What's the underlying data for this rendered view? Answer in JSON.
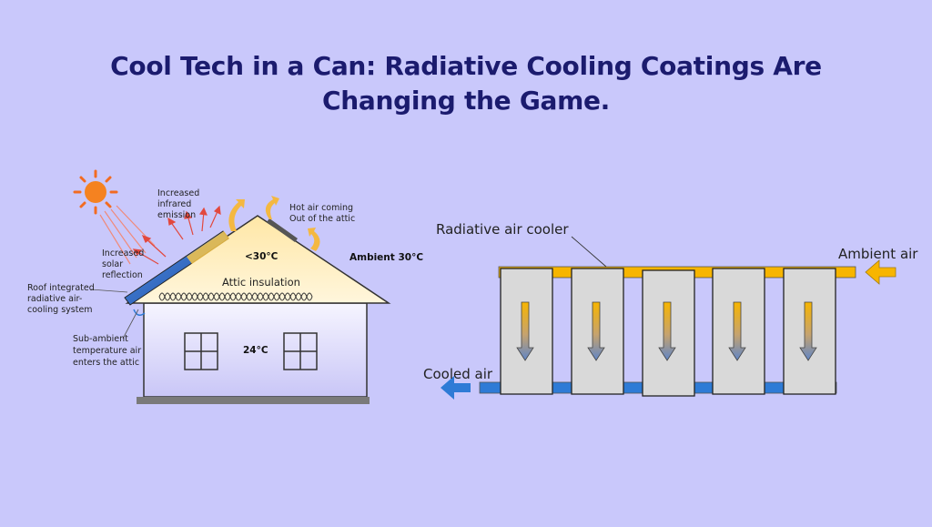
{
  "title": {
    "line1": "Cool Tech in a Can: Radiative Cooling Coatings Are",
    "line2": "Changing the Game."
  },
  "house_diagram": {
    "increased_infrared": [
      "Increased",
      "infrared",
      "emission"
    ],
    "hot_air": [
      "Hot air coming",
      "Out of the attic"
    ],
    "increased_solar": [
      "Increased",
      "solar",
      "reflection"
    ],
    "roof_system": [
      "Roof integrated",
      "radiative air-",
      "cooling system"
    ],
    "sub_ambient": [
      "Sub-ambient",
      "temperature air",
      "enters the attic"
    ],
    "attic_temp": "<30°C",
    "attic_insulation": "Attic insulation",
    "ambient_temp": "Ambient 30°C",
    "room_temp": "24°C"
  },
  "cooler_diagram": {
    "radiative_label": "Radiative air cooler",
    "ambient_label": "Ambient air",
    "cooled_label": "Cooled air"
  },
  "colors": {
    "background": "#c9c8fb",
    "title": "#1b1b6e",
    "warm": "#f7b500",
    "cool": "#2e7bd6",
    "panel": "#d9d9d9"
  }
}
